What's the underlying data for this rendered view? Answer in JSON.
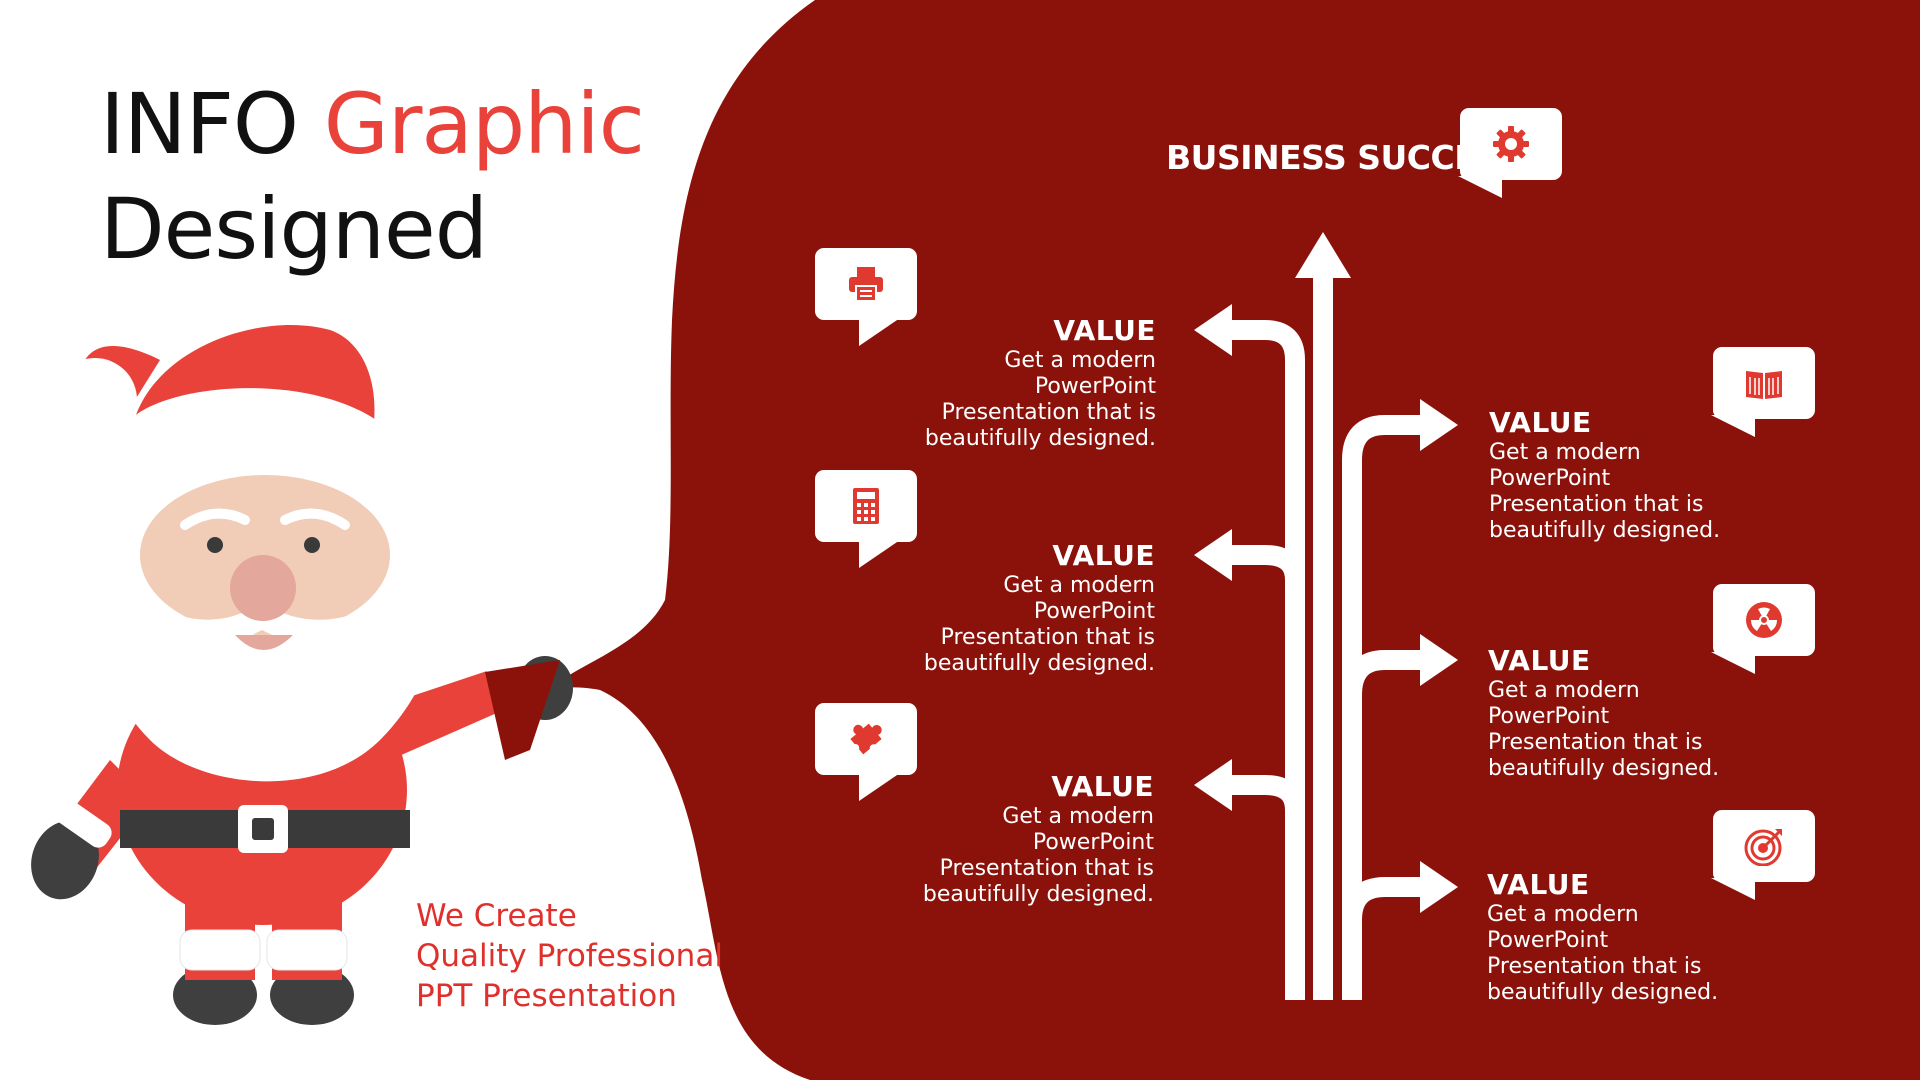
{
  "title": {
    "line1_prefix": "INFO",
    "line1_accent": "Graphic",
    "line2": "Designed"
  },
  "tagline": [
    "We Create",
    "Quality Professional",
    "PPT Presentation"
  ],
  "heading": "BUSINESS SUCCES",
  "heading_icon": "gear-icon",
  "left_items": [
    {
      "icon": "printer-icon",
      "title": "VALUE",
      "lines": [
        "Get a modern",
        "PowerPoint",
        "Presentation that is",
        "beautifully designed."
      ]
    },
    {
      "icon": "calculator-icon",
      "title": "VALUE",
      "lines": [
        "Get a modern",
        "PowerPoint",
        "Presentation that is",
        "beautifully designed."
      ]
    },
    {
      "icon": "puzzle-icon",
      "title": "VALUE",
      "lines": [
        "Get a modern",
        "PowerPoint",
        "Presentation that is",
        "beautifully designed."
      ]
    }
  ],
  "right_items": [
    {
      "icon": "book-icon",
      "title": "VALUE",
      "lines": [
        "Get a modern",
        "PowerPoint",
        "Presentation that is",
        "beautifully designed."
      ]
    },
    {
      "icon": "radiation-icon",
      "title": "VALUE",
      "lines": [
        "Get a modern",
        "PowerPoint",
        "Presentation that is",
        "beautifully designed."
      ]
    },
    {
      "icon": "target-icon",
      "title": "VALUE",
      "lines": [
        "Get a modern",
        "PowerPoint",
        "Presentation that is",
        "beautifully designed."
      ]
    }
  ],
  "colors": {
    "panel": "#8b120b",
    "accent": "#e8423a",
    "icon": "#e03a30",
    "text_dark": "#111111"
  }
}
